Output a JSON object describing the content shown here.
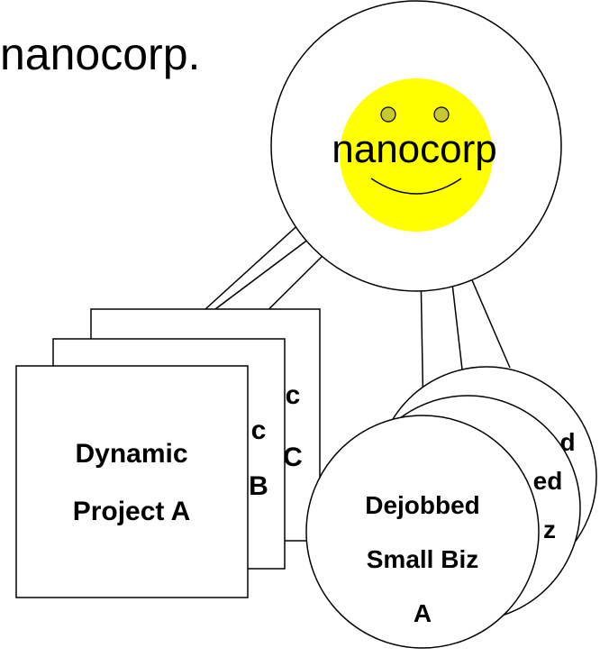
{
  "title": "nanocorp.",
  "center": {
    "label": "nanocorp"
  },
  "projects": {
    "back": {
      "line1": "c",
      "line2": "C"
    },
    "middle": {
      "line1": "c",
      "line2": "B"
    },
    "front": {
      "line1": "Dynamic",
      "line2": "Project A"
    }
  },
  "small_biz": {
    "back": {
      "line1": "d",
      "line2": "z"
    },
    "middle": {
      "line1": "ed",
      "line2": "z"
    },
    "front": {
      "line1": "Dejobbed",
      "line2": "Small Biz",
      "line3": "A"
    }
  },
  "colors": {
    "smiley_face": "#ffff00",
    "smiley_eyes": "#c8c832",
    "stroke": "#000000",
    "background": "#ffffff"
  }
}
